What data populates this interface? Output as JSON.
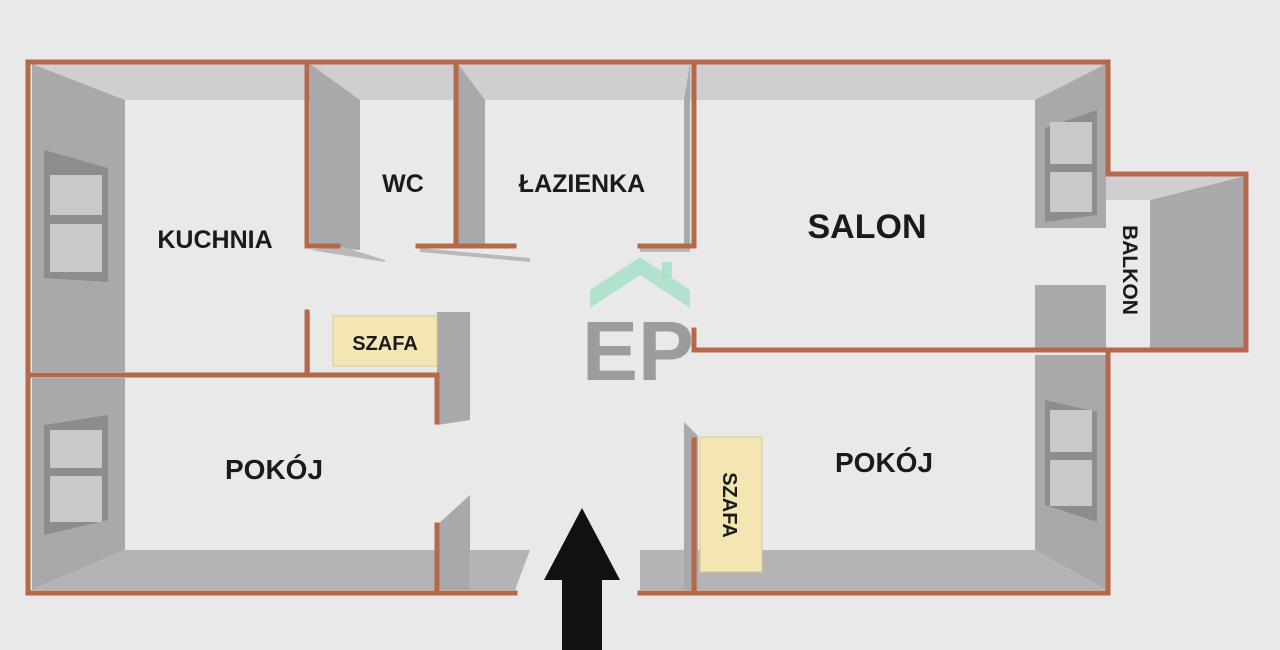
{
  "rooms": {
    "kitchen": "KUCHNIA",
    "wc": "WC",
    "bathroom": "ŁAZIENKA",
    "living": "SALON",
    "balcony": "BALKON",
    "room_left": "POKÓJ",
    "room_right": "POKÓJ"
  },
  "wardrobes": {
    "hall": "SZAFA",
    "room": "SZAFA"
  },
  "logo": {
    "text": "EP"
  },
  "colors": {
    "wall": "#b5694a",
    "floor": "#e9e9ea",
    "wall_shade": "#a5a5a7",
    "wall_shade_light": "#c4c4c6",
    "wardrobe": "#f3e6b3",
    "logo_roof": "#a8e0c8",
    "logo_text": "#9c9c9c",
    "arrow": "#111111"
  }
}
